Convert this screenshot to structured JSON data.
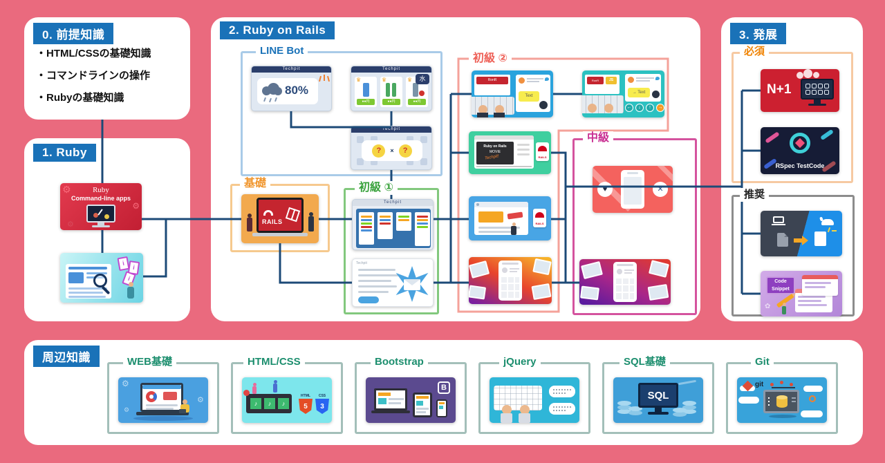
{
  "colors": {
    "background": "#ea6a7e",
    "header_bg": "#1a72b8",
    "wire": "#1c4a77",
    "linebot_border": "#a9cbe8",
    "kiso_border": "#f6c98e",
    "beginner1_border": "#82c87d",
    "beginner2_border": "#f4a29a",
    "intermediate_border": "#d4539e",
    "required_border": "#f6c9a2",
    "recommended_border": "#8c8c8c",
    "peripheral_border": "#a3bfb9"
  },
  "icons": {
    "gear": "⚙",
    "crown": "♛",
    "heart": "♥",
    "close": "✕",
    "music_note": "♪",
    "flower": "✿",
    "info": "i",
    "arrow_left": "←",
    "arrow_down": "↓",
    "arrow_up": "↑",
    "arrow_right": "→"
  },
  "prerequisites": {
    "title": "0. 前提知識",
    "items": [
      "・HTML/CSSの基礎知識",
      "・コマンドラインの操作",
      "・Rubyの基礎知識"
    ]
  },
  "ruby": {
    "title": "1. Ruby",
    "cli_title": "Ruby",
    "cli_subtitle": "Command-line apps"
  },
  "rails": {
    "title": "2. Ruby on Rails",
    "techpit_bar": "Techpit",
    "linebot": {
      "label": "LINE Bot",
      "weather_percent": "80%",
      "water_bubble": "水",
      "price": "●●円",
      "q_left": "?",
      "times": "×",
      "q_right": "?"
    },
    "kiso": {
      "label": "基礎",
      "rails_logo": "RAILS"
    },
    "beginner1": {
      "label": "初級 ①"
    },
    "beginner2": {
      "label": "初級 ②",
      "screen_label": "RonR",
      "js_chip": "JS",
      "tweet_text": "Text",
      "tweet_text_arrow": "→ Text",
      "movie_title": "Ruby on Rails",
      "movie_sub": "MOVIE",
      "movie_scribble": "Techpit!",
      "rails_badge": "RAILS"
    },
    "intermediate": {
      "label": "中級"
    }
  },
  "advanced": {
    "title": "3. 発展",
    "required": {
      "label": "必須",
      "n1": "N+1",
      "rspec": "RSpec TestCode"
    },
    "recommended": {
      "label": "推奨",
      "snippet1": "Code",
      "snippet2": "Snippet"
    }
  },
  "peripheral": {
    "title": "周辺知識",
    "web": {
      "label": "WEB基礎"
    },
    "htmlcss": {
      "label": "HTML/CSS",
      "html": "HTML",
      "five": "5",
      "css": "CSS",
      "three": "3"
    },
    "bootstrap": {
      "label": "Bootstrap",
      "logo": "B"
    },
    "jquery": {
      "label": "jQuery"
    },
    "sql": {
      "label": "SQL基礎",
      "sql": "SQL"
    },
    "git": {
      "label": "Git",
      "git": "git"
    }
  }
}
